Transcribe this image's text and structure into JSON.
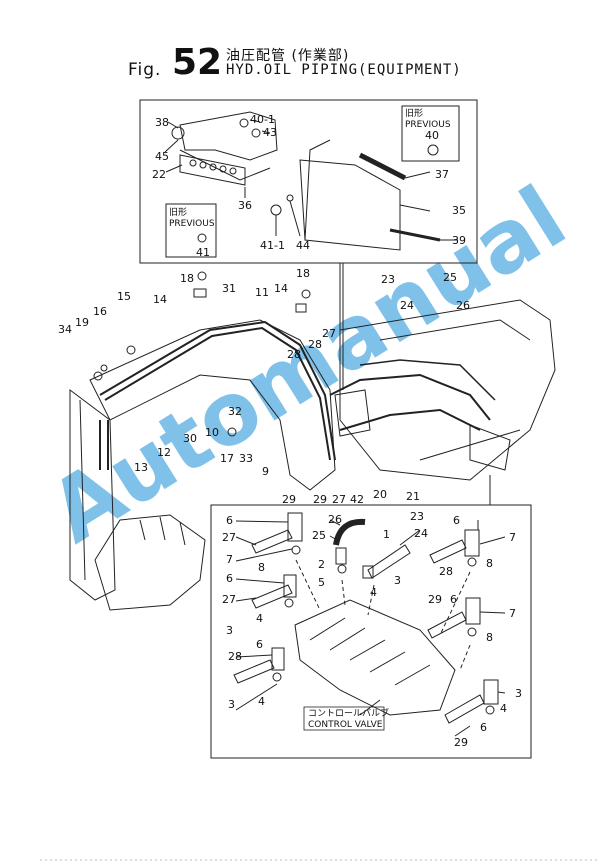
{
  "header": {
    "fig_prefix": "Fig.",
    "fig_number": "52",
    "title_jp": "油圧配管 (作業部)",
    "title_en": "HYD.OIL PIPING(EQUIPMENT)"
  },
  "inset_previous_40": {
    "jp": "旧形",
    "label": "PREVIOUS",
    "part": "40"
  },
  "inset_previous_41": {
    "jp": "旧形",
    "label": "PREVIOUS",
    "part": "41"
  },
  "control_valve": {
    "jp": "コントロールバルブ",
    "en": "CONTROL VALVE"
  },
  "watermark": "Automanual",
  "callouts": {
    "c38": "38",
    "c40_1": "40-1",
    "c43": "43",
    "c45": "45",
    "c22": "22",
    "c36": "36",
    "c37": "37",
    "c35": "35",
    "c39": "39",
    "c41_1": "41-1",
    "c44": "44",
    "c18a": "18",
    "c14a": "14",
    "c31": "31",
    "c11": "11",
    "c18b": "18",
    "c14b": "14",
    "c23": "23",
    "c25": "25",
    "c24": "24",
    "c26": "26",
    "c15": "15",
    "c16": "16",
    "c19": "19",
    "c34": "34",
    "c27": "27",
    "c28a": "28",
    "c28b": "28",
    "c32": "32",
    "c10": "10",
    "c30": "30",
    "c12": "12",
    "c13": "13",
    "c17": "17",
    "c33": "33",
    "c9": "9",
    "c29a": "29",
    "c29b": "29",
    "c27b": "27",
    "c42": "42",
    "c20": "20",
    "c21": "21",
    "d6a": "6",
    "d27a": "27",
    "d7a": "7",
    "d8a": "8",
    "d26": "26",
    "d25": "25",
    "d2": "2",
    "d5": "5",
    "d1": "1",
    "d23": "23",
    "d24": "24",
    "d3a": "3",
    "d4a": "4",
    "d6b": "6",
    "d7b": "7",
    "d8b": "8",
    "d28a": "28",
    "d6c": "6",
    "d27b": "27",
    "d4b": "4",
    "d3b": "3",
    "d29a": "29",
    "d6d": "6",
    "d7c": "7",
    "d8c": "8",
    "d6e": "6",
    "d28b": "28",
    "d3c": "3",
    "d4c": "4",
    "d3d": "3",
    "d4d": "4",
    "d6f": "6",
    "d29b": "29"
  }
}
